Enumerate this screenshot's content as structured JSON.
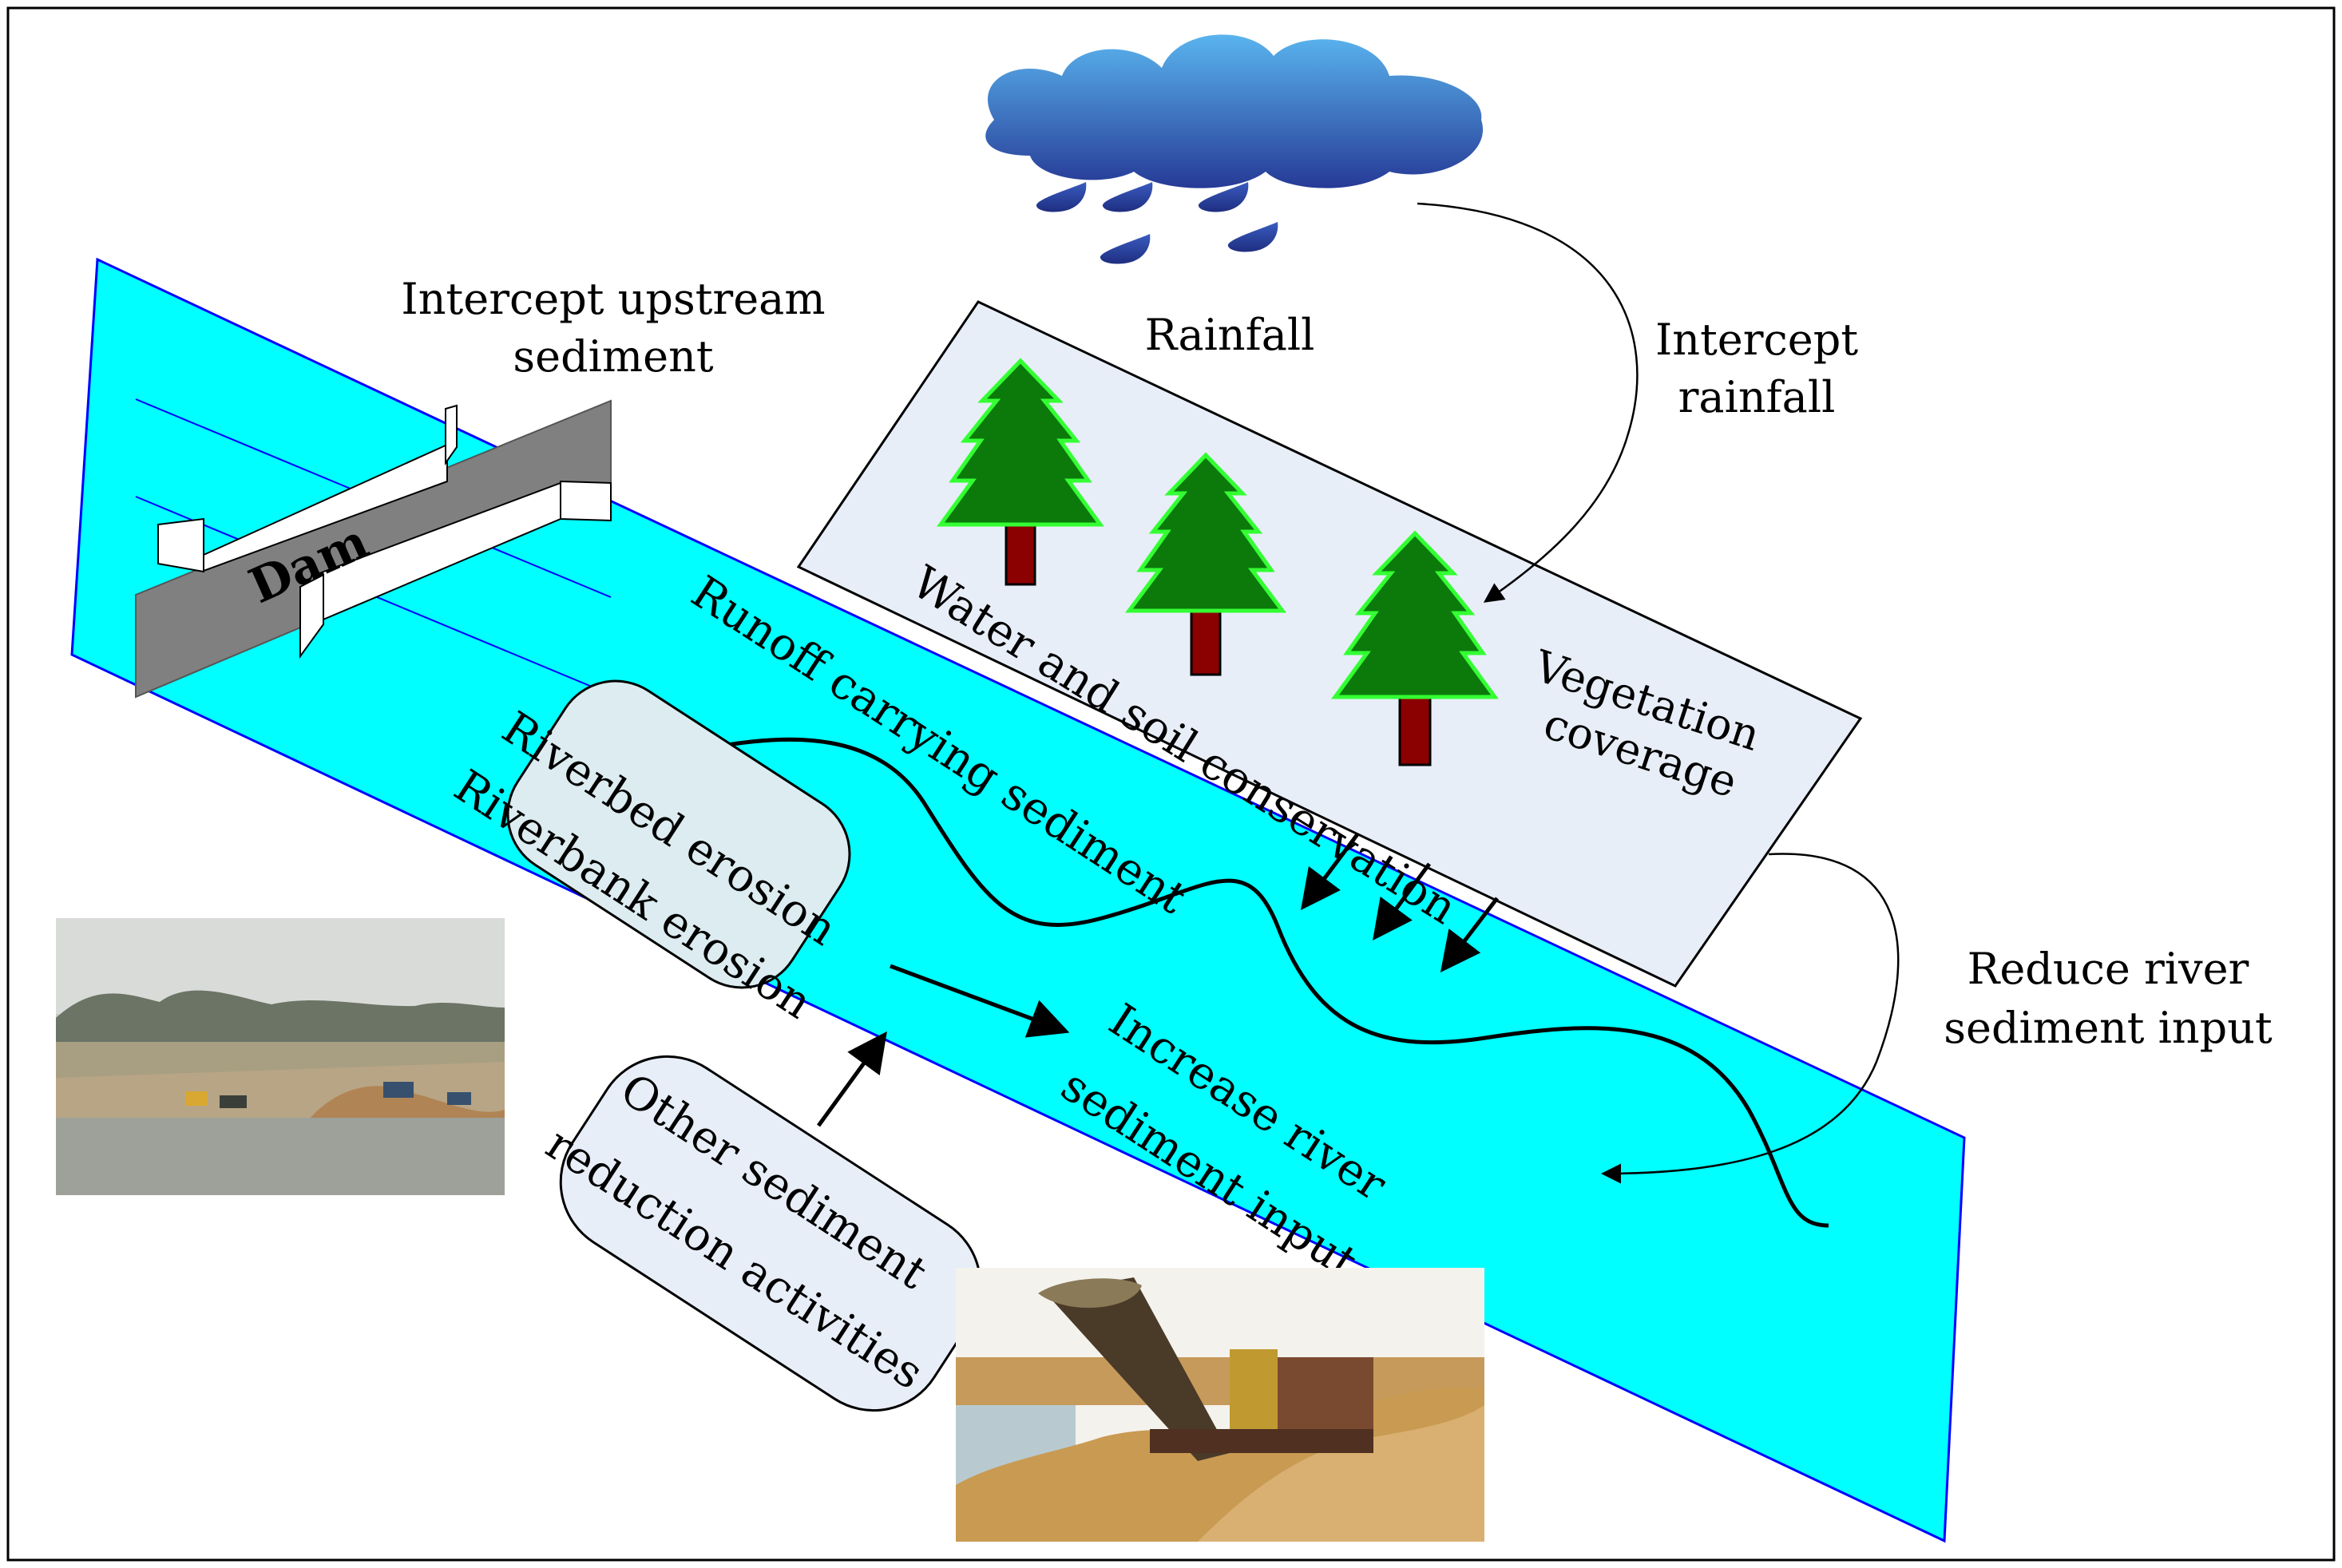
{
  "labels": {
    "intercept_upstream_line1": "Intercept upstream",
    "intercept_upstream_line2": "sediment",
    "dam": "Dam",
    "rainfall": "Rainfall",
    "intercept_rainfall_line1": "Intercept",
    "intercept_rainfall_line2": "rainfall",
    "water_soil_conservation": "Water and soil conservation",
    "vegetation_line1": "Vegetation",
    "vegetation_line2": "coverage",
    "runoff": "Runoff carrying sediment",
    "riverbed_erosion": "Riverbed erosion",
    "riverbank_erosion": "Riverbank erosion",
    "increase_line1": "Increase river",
    "increase_line2": "sediment input",
    "reduce_line1": "Reduce river",
    "reduce_line2": "sediment input",
    "other_line1": "Other sediment",
    "other_line2": "reduction activities"
  },
  "photos": [
    {
      "name": "riverbank-mining-photo",
      "content": "excavators and trucks on a sandy riverbank"
    },
    {
      "name": "sand-dredger-photo",
      "content": "sand dredging conveyor over sand piles"
    }
  ],
  "colors": {
    "river": "#00ffff",
    "river_line": "#0000ff",
    "dam": "#808080",
    "tree_fill": "#0b7a0b",
    "tree_outline": "#33ff33",
    "trunk": "#8b0000",
    "panel": "#e8eef8",
    "bubble": "#dcecf0",
    "cloud_top": "#4aa3e6",
    "cloud_bottom": "#2b3f9c",
    "drop": "#2b3c9a"
  }
}
